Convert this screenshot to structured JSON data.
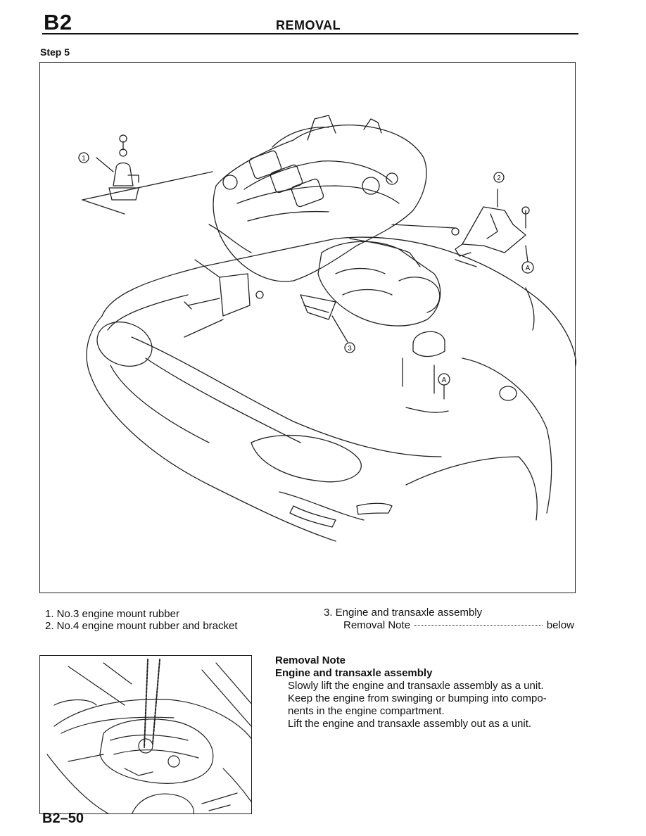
{
  "header": {
    "section_code": "B2",
    "title": "REMOVAL"
  },
  "step": "Step 5",
  "figure_callouts": {
    "c1": "1",
    "c2": "2",
    "c3": "3",
    "ref_a": "A"
  },
  "legend": {
    "item1": "1. No.3 engine mount rubber",
    "item2": "2. No.4 engine mount rubber and bracket",
    "item3": "3. Engine and transaxle assembly",
    "item3_note_label": "Removal Note",
    "item3_note_ref": "below"
  },
  "removal_note": {
    "heading": "Removal Note",
    "subheading": "Engine and transaxle assembly",
    "lines": [
      "Slowly lift the engine and transaxle assembly as a unit.",
      "Keep the engine from swinging or bumping into compo-",
      "nents in the engine compartment.",
      "Lift the engine and transaxle assembly out as a unit."
    ]
  },
  "page_number": "B2–50"
}
